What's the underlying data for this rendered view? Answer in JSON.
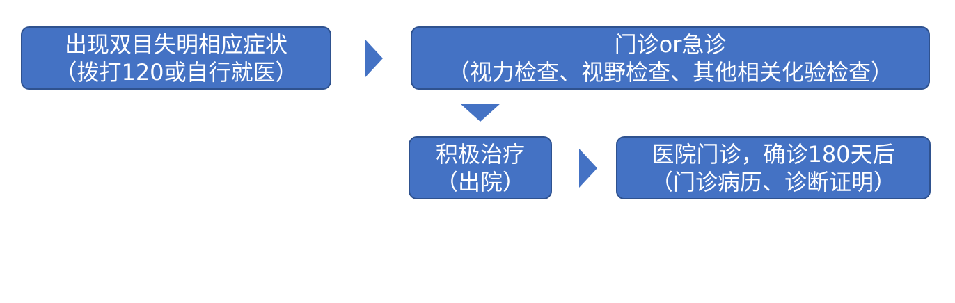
{
  "colors": {
    "box_fill": "#4472c4",
    "box_border": "#2f528f",
    "text": "#ffffff",
    "arrow": "#4472c4"
  },
  "flow": {
    "step1": {
      "line1": "出现双目失明相应症状",
      "line2": "（拨打120或自行就医）"
    },
    "step2": {
      "line1": "门诊or急诊",
      "line2": "（视力检查、视野检查、其他相关化验检查）"
    },
    "step3": {
      "line1": "积极治疗",
      "line2": "（出院）"
    },
    "step4": {
      "line1": "医院门诊，确诊180天后",
      "line2": "（门诊病历、诊断证明）"
    }
  }
}
